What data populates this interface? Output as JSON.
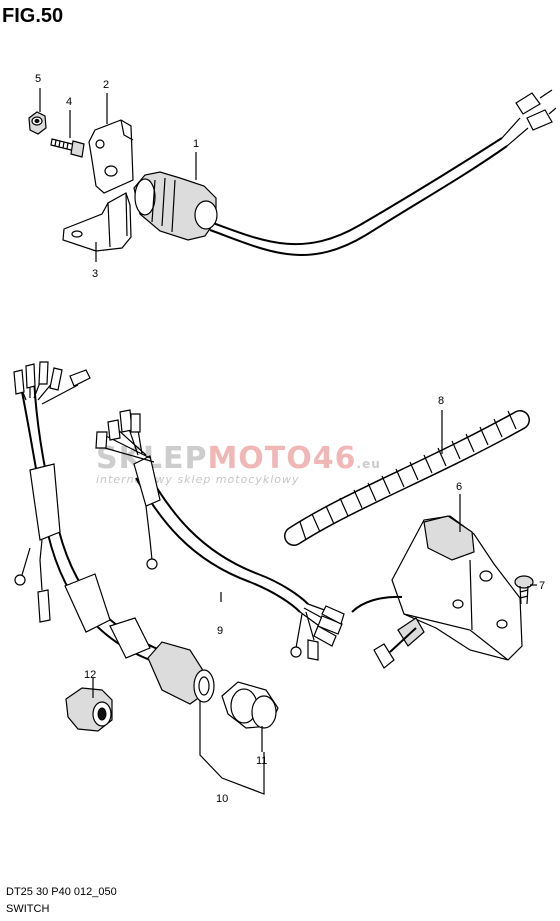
{
  "figure": {
    "title": "FIG.50",
    "footer_code": "DT25 30 P40 012_050",
    "footer_name": "SWITCH"
  },
  "watermark": {
    "brand_part1": "SKLEP",
    "brand_part2": "MOTO",
    "brand_part3": "46",
    "brand_suffix": ".eu",
    "tagline": "internetowy sklep motocyklowy",
    "color_grey": "#c8c8c8",
    "color_red": "#f2b8b8"
  },
  "callouts": [
    "1",
    "2",
    "3",
    "4",
    "5",
    "6",
    "7",
    "8",
    "9",
    "10",
    "11",
    "12"
  ]
}
